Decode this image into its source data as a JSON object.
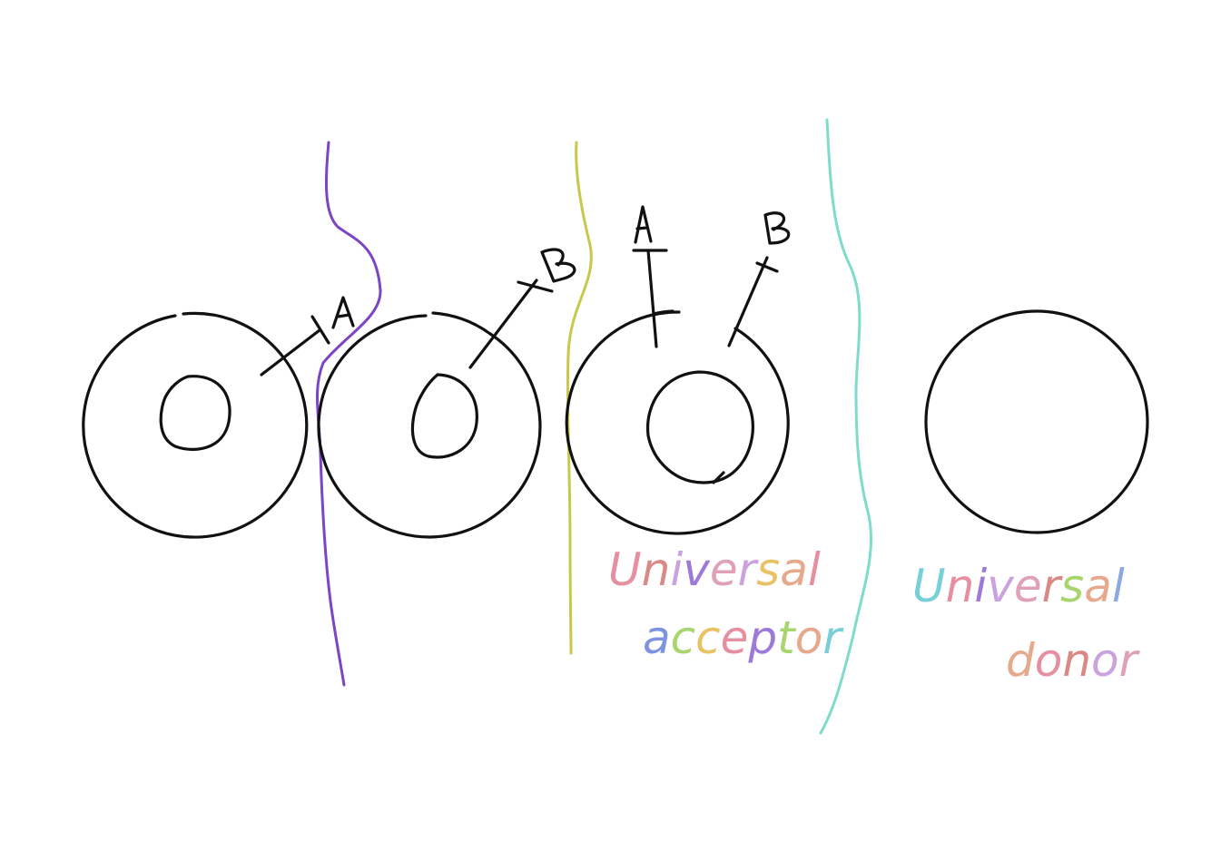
{
  "cells": [
    {
      "antigens": [
        "A"
      ]
    },
    {
      "antigens": [
        "B"
      ]
    },
    {
      "antigens": [
        "A",
        "B"
      ]
    },
    {
      "antigens": []
    }
  ],
  "annotations": {
    "acceptor": {
      "line1": [
        "U",
        "n",
        "i",
        "v",
        "e",
        "r",
        "s",
        "a",
        "l"
      ],
      "line2": [
        "a",
        "c",
        "c",
        "e",
        "p",
        "t",
        "o",
        "r"
      ]
    },
    "donor": {
      "line1": [
        "U",
        "n",
        "i",
        "v",
        "e",
        "r",
        "s",
        "a",
        "l"
      ],
      "line2": [
        "d",
        "o",
        "n",
        "o",
        "r"
      ]
    }
  },
  "colors": {
    "ink": "#111111",
    "divider_1": "#7b45c4",
    "divider_2": "#c9c84a",
    "divider_3": "#7fdcc8",
    "rainbow": [
      "#e58fa0",
      "#d98a86",
      "#9d7ad8",
      "#7f94e0",
      "#a9d56e",
      "#e9c265",
      "#e0a0b8",
      "#77d0d8",
      "#c9a2de",
      "#e7a98c",
      "#8ea8e0"
    ]
  }
}
